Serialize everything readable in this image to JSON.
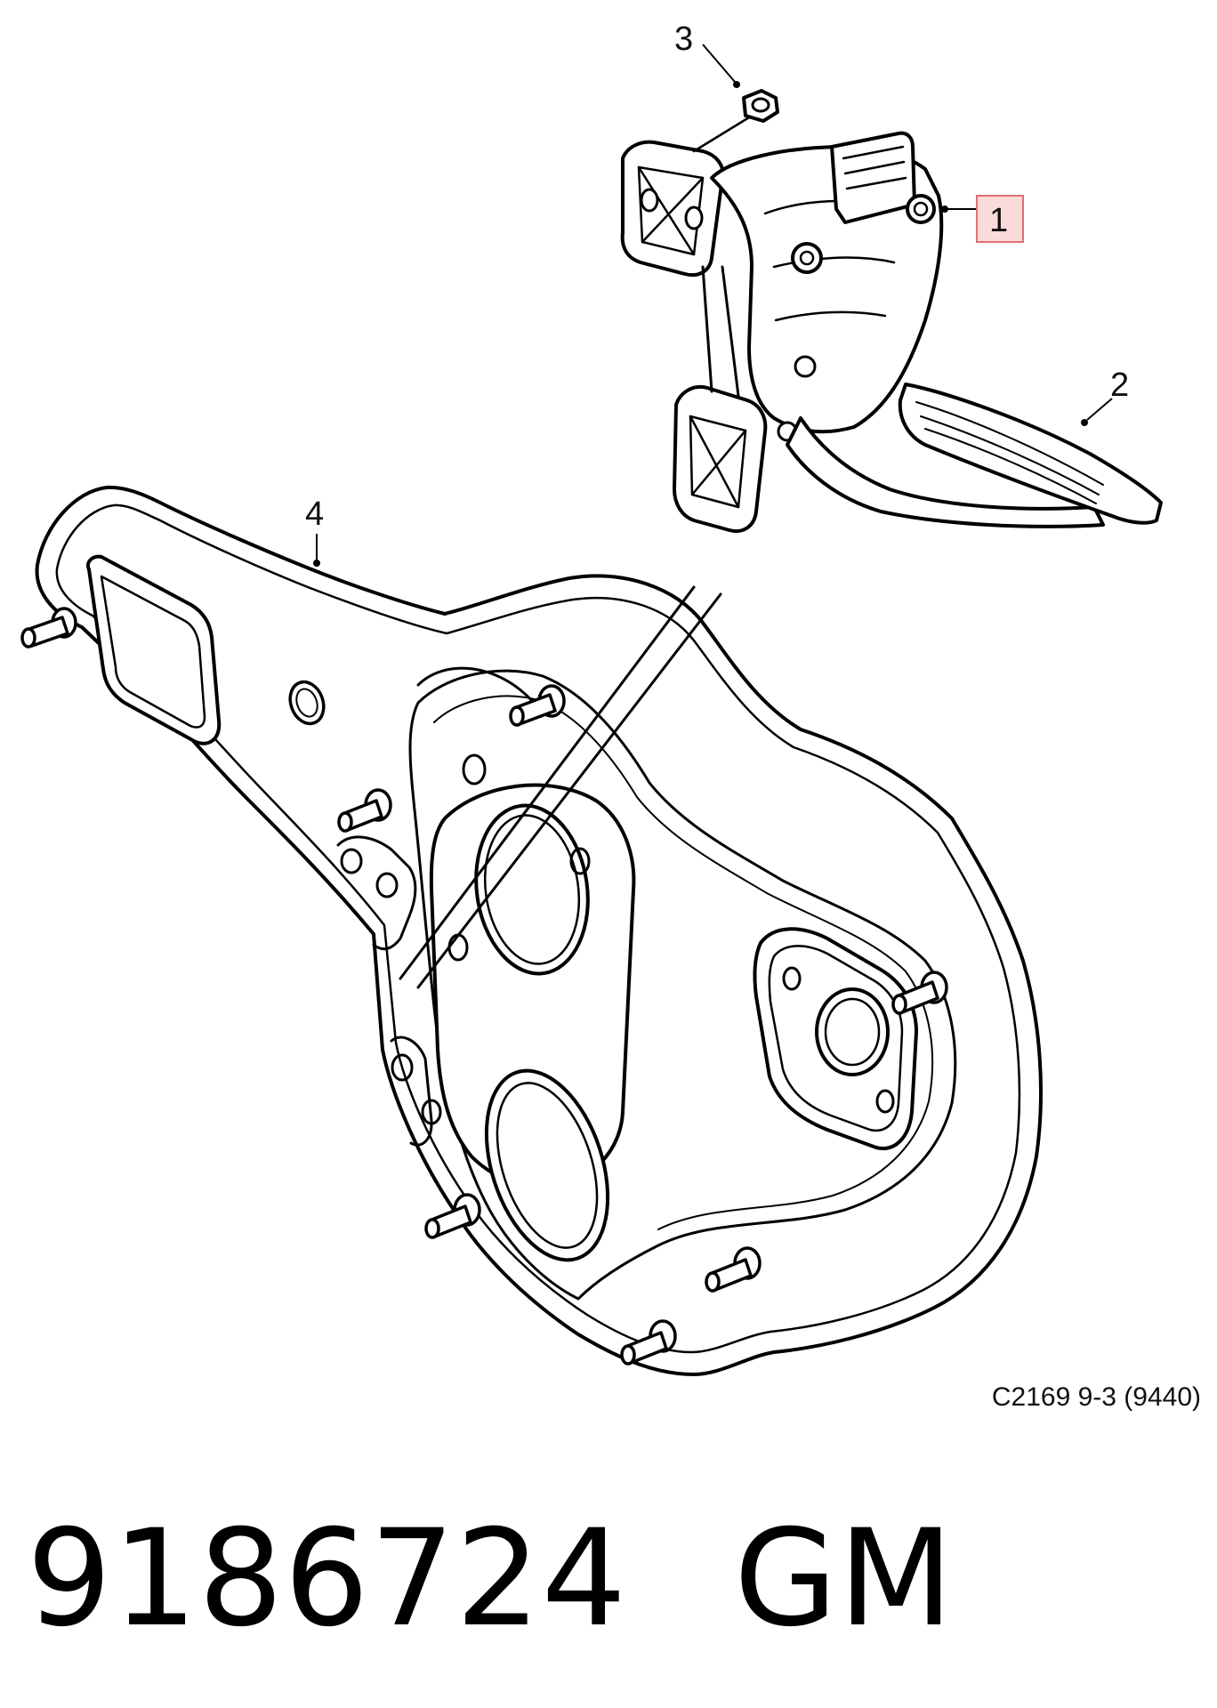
{
  "callouts": {
    "c1": "1",
    "c2": "2",
    "c3": "3",
    "c4": "4"
  },
  "reference_code": "C2169 9-3 (9440)",
  "part_number": "9186724",
  "brand": "GM",
  "colors": {
    "line": "#000000",
    "highlight_fill": "#fbdada",
    "highlight_stroke": "#e07070"
  }
}
